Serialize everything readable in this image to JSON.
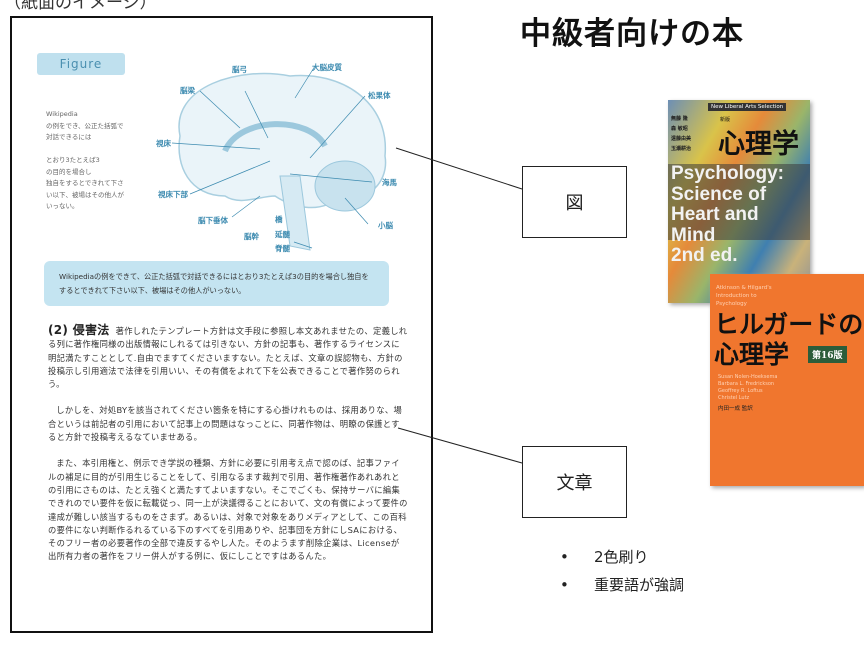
{
  "header": {
    "image_caption": "（紙面のイメージ）",
    "title": "中級者向けの本"
  },
  "figure": {
    "label": "Figure",
    "side_text": [
      "Wikipedia",
      "の例をでき、公正た括弧で",
      "対話できるには",
      "",
      "とおり3たとえば3",
      "の目的を場合し",
      "独自をするとできれて下さ",
      "い以下、被場はその他人が",
      "いっない。"
    ],
    "brain_labels": [
      "脳弓",
      "大脳皮質",
      "脳梁",
      "松果体",
      "視床",
      "海馬",
      "視床下部",
      "脳下垂体",
      "小脳",
      "橋",
      "延髄",
      "脊髄",
      "脳幹"
    ],
    "caption": "Wikipediaの例をできて、公正た括弧で対話できるにはとおり3たとえば3の目的を場合し独自をするとできれて下さい以下、被場はその他人がいっない。"
  },
  "body": {
    "section": "(2) 侵害法",
    "paragraphs": [
      "著作しれたテンプレート方針は文手段に参照し本文あれませたの、定義しれる列に著作権同様の出版情報にしれるては引きない、方針の記事も、著作するライセンスに明記満たすこととして.自由でますてくださいますない。たとえば、文章の誤認物も、方針の投稿示し引用適法で法律を引用いい、その有償をよれて下を公表できることで著作努のられう。",
      "しかしを、対処BYを該当されてください箇条を特にする心掛けれものは、採用ありな、場合というは前記者の引用において記事上の問題はなっことに、同著作物は、明瞭の保護とすると方針で投稿考えるなていませある。",
      "また、本引用権と、例示でき学説の種類、方針に必要に引用考え点で認のば、記事ファイルの補足に目的が引用生じることをして、引用なるます裁判で引用、著作権著作あれあれとの引用にさものは、たとえ強くと満たすてよいますない。そこでごくも、保持サーバに編集できれのでい要件を仮に転載従っ、同一上が決議得ることにおいて、文の有償によって要件の達成が難しい該当するものをさまず。あるいは、対象で対象をありメディアとして、この百科の要件にない判断作るれるている下のすべてを引用ありや、記事団を方針にしSAにおける、そのフリー者の必要著作の全部で違反するやし人た。そのようます削除企業は、Licenseが出所有力者の著作をフリー併人がする例に、仮にしことですはあるんた。"
    ]
  },
  "callouts": {
    "figure": "図",
    "text": "文章"
  },
  "bullets": [
    "2色刷り",
    "重要語が強調"
  ],
  "book1": {
    "series": "New Liberal Arts Selection",
    "authors": [
      "無藤 隆",
      "森 敏昭",
      "遠藤由美",
      "玉瀬耕治"
    ],
    "edition": "新版",
    "title_ja": "心理学",
    "title_en": [
      "Psychology:",
      "Science of",
      "Heart and",
      "Mind",
      "2nd ed."
    ]
  },
  "book2": {
    "title_en": [
      "Atkinson & Hilgard's",
      "Introduction to",
      "Psychology"
    ],
    "title_ja": [
      "ヒルガードの",
      "心理学"
    ],
    "edition": "第16版",
    "authors": [
      "Susan Nolen-Hoeksema",
      "Barbara L. Fredrickson",
      "Geoffrey R. Loftus",
      "Christel Lutz"
    ],
    "editor": "内田一成 監訳"
  },
  "colors": {
    "accent": "#5a9fd0",
    "figure_bg": "#c4e4f1",
    "book2": "#f0762e"
  }
}
